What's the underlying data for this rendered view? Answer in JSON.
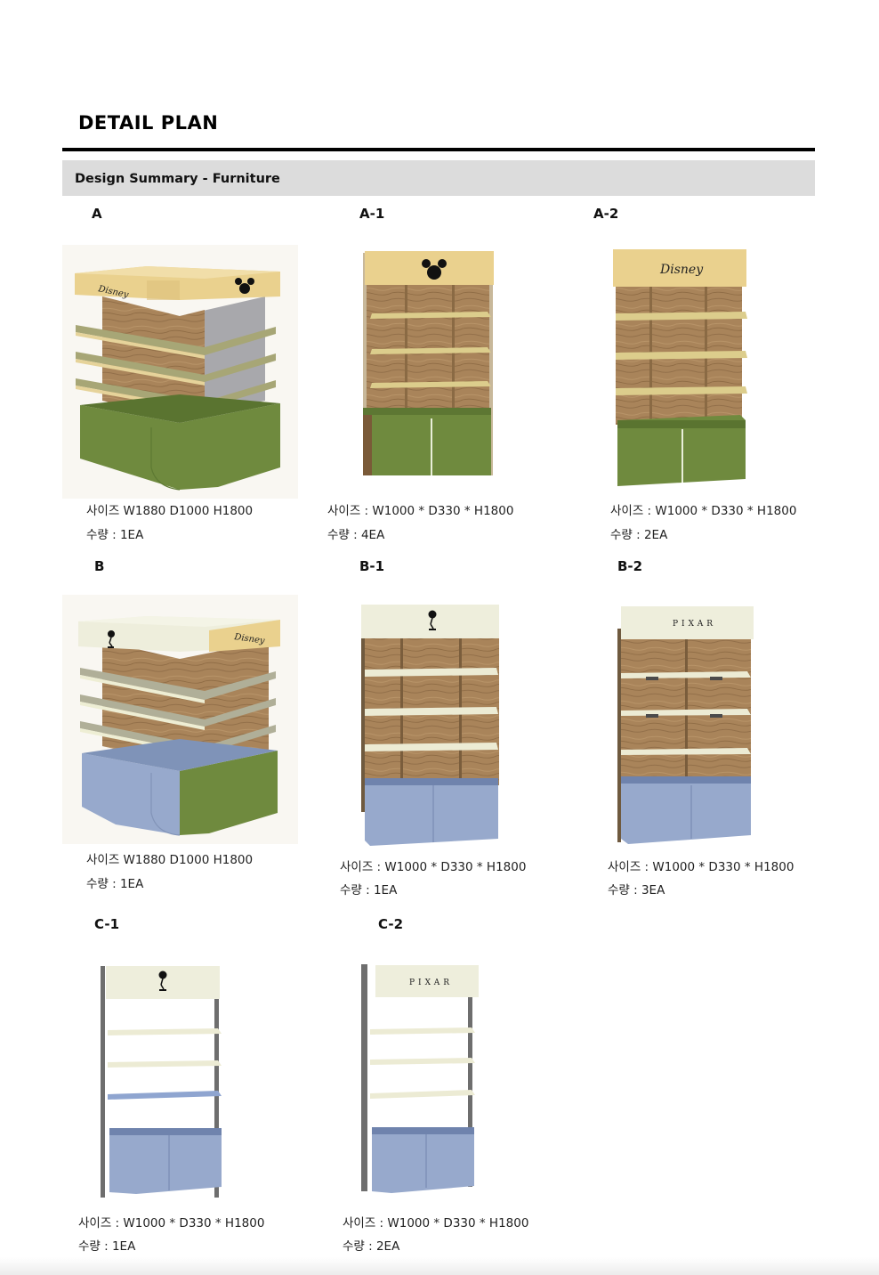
{
  "header": {
    "title": "DETAIL PLAN",
    "section": "Design Summary - Furniture"
  },
  "items": [
    {
      "label": "A",
      "size": "사이즈 W1880 D1000 H1800",
      "qty": "수량 : 1EA"
    },
    {
      "label": "A-1",
      "size": "사이즈 : W1000 * D330 * H1800",
      "qty": "수량 : 4EA"
    },
    {
      "label": "A-2",
      "size": "사이즈 : W1000 * D330 * H1800",
      "qty": "수량 : 2EA"
    },
    {
      "label": "B",
      "size": "사이즈 W1880 D1000 H1800",
      "qty": "수량 : 1EA"
    },
    {
      "label": "B-1",
      "size": "사이즈 : W1000 * D330 * H1800",
      "qty": "수량 : 1EA"
    },
    {
      "label": "B-2",
      "size": "사이즈 : W1000 * D330 * H1800",
      "qty": "수량 : 3EA"
    },
    {
      "label": "C-1",
      "size": "사이즈 : W1000 * D330 * H1800",
      "qty": "수량 : 1EA"
    },
    {
      "label": "C-2",
      "size": "사이즈 : W1000 * D330 * H1800",
      "qty": "수량 : 2EA"
    }
  ],
  "signage": {
    "disney": "Disney",
    "pixar": "PIXAR"
  },
  "colors": {
    "wood": "#a9845a",
    "yellow_header": "#ead18e",
    "green_cabinet": "#6f8a3e",
    "blue_cabinet": "#97a9cc",
    "cream_header": "#eeeedc",
    "title_rule": "#000000",
    "summary_bar": "#dcdcdc"
  },
  "icons": {
    "mickey": "mickey-head-icon",
    "lamp": "pixar-lamp-icon"
  }
}
